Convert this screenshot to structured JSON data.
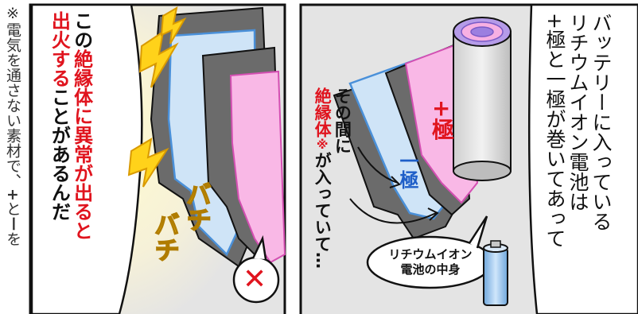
{
  "side_note": {
    "prefix": "※電気を通さない素材で、",
    "plus": "+",
    "and": "と",
    "minus": "ー",
    "suffix": "を"
  },
  "left_panel": {
    "col1": "この絶縁体に異常が出ると",
    "col1_parts": [
      "この",
      "絶縁体に異常が出ると"
    ],
    "col2_parts": [
      "出火する",
      "ことがあるんだ"
    ],
    "sfx": [
      "バチ",
      "バチ"
    ],
    "x_mark": "✕"
  },
  "right_panel": {
    "narration": [
      "バッテリーに入っている",
      "リチウムイオン電池は",
      "+極と一極が巻いてあって"
    ],
    "between": [
      "その間に",
      "絶縁体",
      "※",
      "が入っていて…"
    ],
    "plus_label": "+極",
    "minus_label": "一極",
    "caption": [
      "リチウムイオン",
      "電池の中身"
    ]
  },
  "colors": {
    "red": "#e0141e",
    "pink": "#f9b8e6",
    "light_blue": "#cfe4f7",
    "dark_gray": "#6b6b6b",
    "blue_outline": "#4a90d9",
    "panel_bg": "#e4e4e4"
  }
}
